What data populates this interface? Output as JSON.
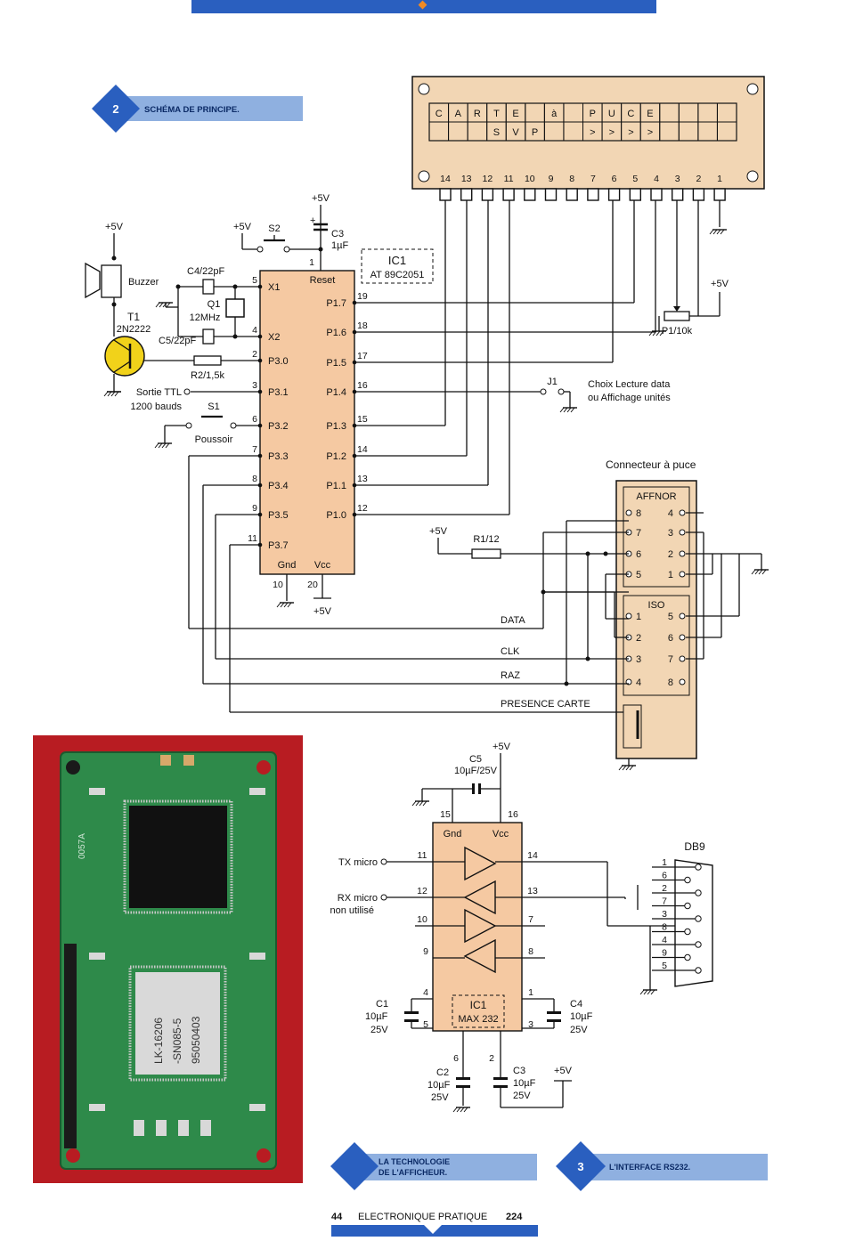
{
  "top_bar": {
    "color": "#2a5fbf",
    "accent": "#f08a24"
  },
  "section2": {
    "number": "2",
    "title": "SCHÉMA DE PRINCIPE."
  },
  "section_tech": {
    "line1": "LA TECHNOLOGIE",
    "line2": "DE L'AFFICHEUR."
  },
  "section3": {
    "number": "3",
    "title": "L'INTERFACE RS232."
  },
  "footer": {
    "page": "44",
    "magazine": "ELECTRONIQUE PRATIQUE",
    "issue": "224"
  },
  "colors": {
    "banner": "#8fb0e0",
    "diamond": "#2a5fbf",
    "chip": "#f5c9a2",
    "display": "#f2d6b4",
    "photo_bg": "#b81c22",
    "pcb": "#2e8a4a",
    "transistor": "#f1d21a"
  },
  "lcd": {
    "row1": [
      "C",
      "A",
      "R",
      "T",
      "E",
      "",
      "à",
      "",
      "P",
      "U",
      "C",
      "E",
      "",
      "",
      "",
      ""
    ],
    "row2": [
      "",
      "",
      "",
      "S",
      "V",
      "P",
      "",
      "",
      ">",
      ">",
      ">",
      ">",
      "",
      "",
      "",
      ""
    ],
    "pins": [
      "14",
      "13",
      "12",
      "11",
      "10",
      "9",
      "8",
      "7",
      "6",
      "5",
      "4",
      "3",
      "2",
      "1"
    ]
  },
  "ic1": {
    "name": "IC1",
    "part": "AT 89C2051",
    "left_pins": [
      {
        "num": "5",
        "name": "X1"
      },
      {
        "num": "4",
        "name": "X2"
      },
      {
        "num": "2",
        "name": "P3.0"
      },
      {
        "num": "3",
        "name": "P3.1"
      },
      {
        "num": "6",
        "name": "P3.2"
      },
      {
        "num": "7",
        "name": "P3.3"
      },
      {
        "num": "8",
        "name": "P3.4"
      },
      {
        "num": "9",
        "name": "P3.5"
      },
      {
        "num": "11",
        "name": "P3.7"
      }
    ],
    "right_pins": [
      {
        "num": "19",
        "name": "P1.7"
      },
      {
        "num": "18",
        "name": "P1.6"
      },
      {
        "num": "17",
        "name": "P1.5"
      },
      {
        "num": "16",
        "name": "P1.4"
      },
      {
        "num": "15",
        "name": "P1.3"
      },
      {
        "num": "14",
        "name": "P1.2"
      },
      {
        "num": "13",
        "name": "P1.1"
      },
      {
        "num": "12",
        "name": "P1.0"
      }
    ],
    "top_pin": {
      "num": "1",
      "name": "Reset"
    },
    "gnd": {
      "num": "10",
      "name": "Gnd"
    },
    "vcc": {
      "num": "20",
      "name": "Vcc"
    }
  },
  "components": {
    "vcc": "+5V",
    "s2": "S2",
    "c3": "C3",
    "c3_val": "1µF",
    "c3_plus": "+",
    "buzzer": "Buzzer",
    "c4": "C4/22pF",
    "q1": "Q1",
    "q1_val": "12MHz",
    "c5": "C5/22pF",
    "t1": "T1",
    "t1_part": "2N2222",
    "r2": "R2/1,5k",
    "ttl_line1": "Sortie TTL",
    "ttl_line2": "1200 bauds",
    "s1": "S1",
    "s1_desc": "Poussoir",
    "p1": "P1/10k",
    "j1": "J1",
    "j1_line1": "Choix Lecture data",
    "j1_line2": "ou Affichage unités",
    "r1": "R1/12"
  },
  "connector": {
    "title": "Connecteur à puce",
    "affnor_label": "AFFNOR",
    "affnor_rows": [
      [
        "8",
        "4"
      ],
      [
        "7",
        "3"
      ],
      [
        "6",
        "2"
      ],
      [
        "5",
        "1"
      ]
    ],
    "iso_label": "ISO",
    "iso_rows": [
      [
        "1",
        "5"
      ],
      [
        "2",
        "6"
      ],
      [
        "3",
        "7"
      ],
      [
        "4",
        "8"
      ]
    ]
  },
  "signals": {
    "data": "DATA",
    "clk": "CLK",
    "raz": "RAZ",
    "presence": "PRESENCE CARTE"
  },
  "max232": {
    "name": "IC1",
    "part": "MAX 232",
    "gnd": "Gnd",
    "vcc": "Vcc",
    "pins": {
      "p15": "15",
      "p16": "16",
      "p11": "11",
      "p12": "12",
      "p10": "10",
      "p9": "9",
      "p14": "14",
      "p13": "13",
      "p7": "7",
      "p8": "8",
      "p4": "4",
      "p5": "5",
      "p1": "1",
      "p3": "3",
      "p6": "6",
      "p2": "2"
    },
    "c5": "C5",
    "c5_val": "10µF/25V",
    "tx": "TX micro",
    "rx": "RX micro",
    "rx2": "non utilisé",
    "c1": "C1",
    "c1_v1": "10µF",
    "c1_v2": "25V",
    "c4": "C4",
    "c4_v1": "10µF",
    "c4_v2": "25V",
    "c2": "C2",
    "c2_v1": "10µF",
    "c2_v2": "25V",
    "c3": "C3",
    "c3_v1": "10µF",
    "c3_v2": "25V"
  },
  "db9": {
    "label": "DB9",
    "pins": [
      "1",
      "6",
      "2",
      "7",
      "3",
      "8",
      "4",
      "9",
      "5"
    ]
  },
  "photo": {
    "chip1_text": [
      "LK-16206",
      "-SN085-5",
      "95050403"
    ],
    "pcb_code": "0057A"
  }
}
